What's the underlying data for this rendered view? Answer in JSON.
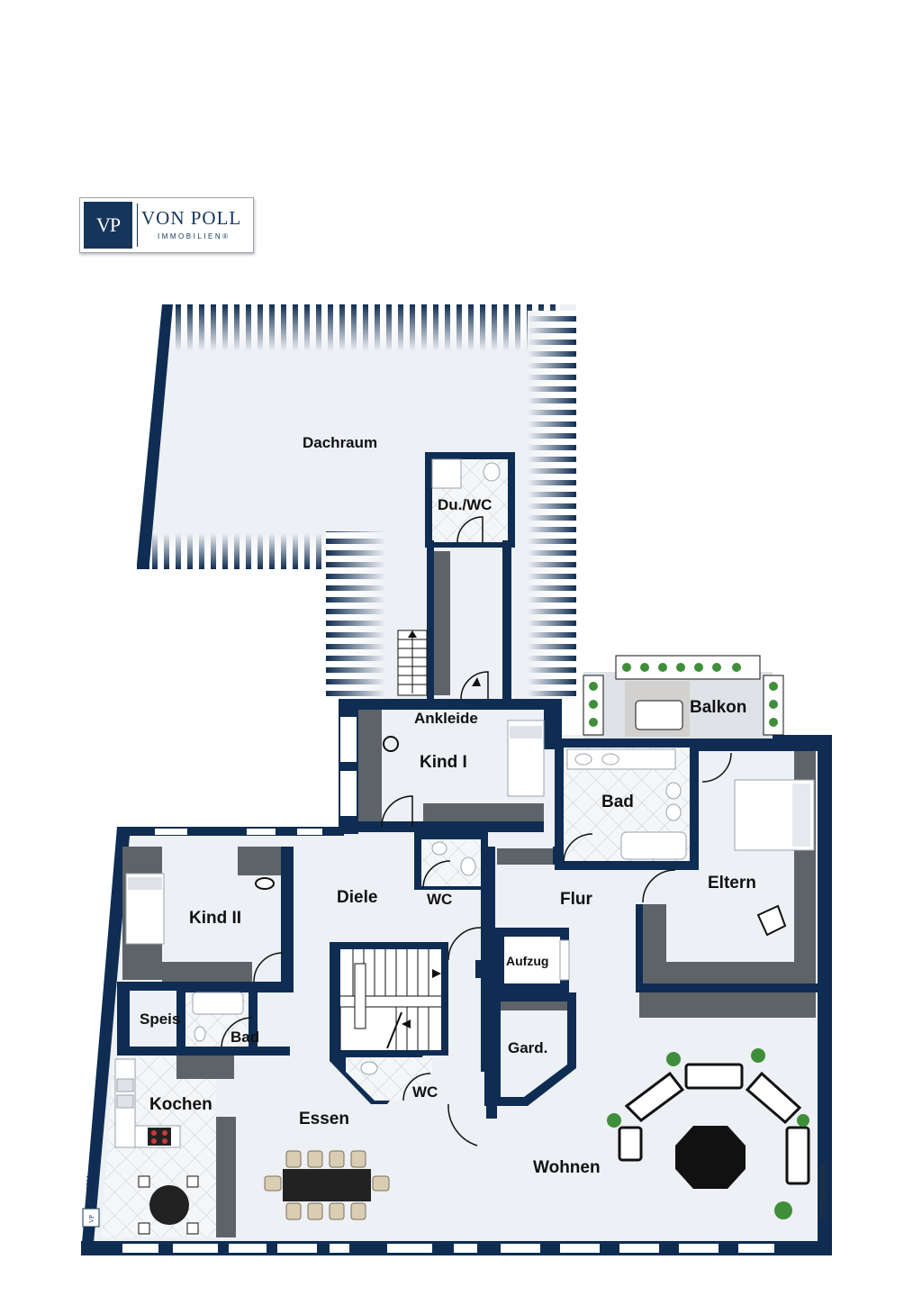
{
  "logo": {
    "initials": "VP",
    "name": "VON POLL",
    "subtitle": "IMMOBILIEN®"
  },
  "side_logo": {
    "initials": "VP",
    "name": "VON POLL",
    "subtitle": "IMMOBILIEN"
  },
  "rooms": {
    "dachraum": "Dachraum",
    "du_wc": "Du./WC",
    "ankleide": "Ankleide",
    "balkon": "Balkon",
    "kind1": "Kind I",
    "bad_top": "Bad",
    "eltern": "Eltern",
    "kind2": "Kind II",
    "diele": "Diele",
    "wc_top": "WC",
    "flur": "Flur",
    "aufzug": "Aufzug",
    "speis": "Speis",
    "bad_small": "Bad",
    "gard": "Gard.",
    "wc_bottom": "WC",
    "kochen": "Kochen",
    "essen": "Essen",
    "wohnen": "Wohnen"
  },
  "credit": "Immogrundriss",
  "colors": {
    "wall": "#0f2d52",
    "floor": "#edf0f4",
    "tile": "#e3e7ec",
    "counter": "#5e6368"
  }
}
